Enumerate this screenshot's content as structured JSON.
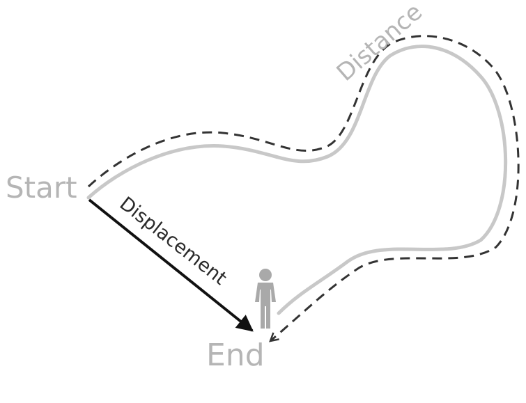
{
  "labels": {
    "start": "Start",
    "end": "End",
    "distance": "Distance",
    "displacement": "Displacement"
  },
  "colors": {
    "path": "#c8c8c8",
    "dashed": "#333333",
    "arrow": "#111111",
    "label_gray": "#b5b5b5",
    "person": "#a9a9a9"
  },
  "icons": {
    "person": "standing-person-icon"
  }
}
